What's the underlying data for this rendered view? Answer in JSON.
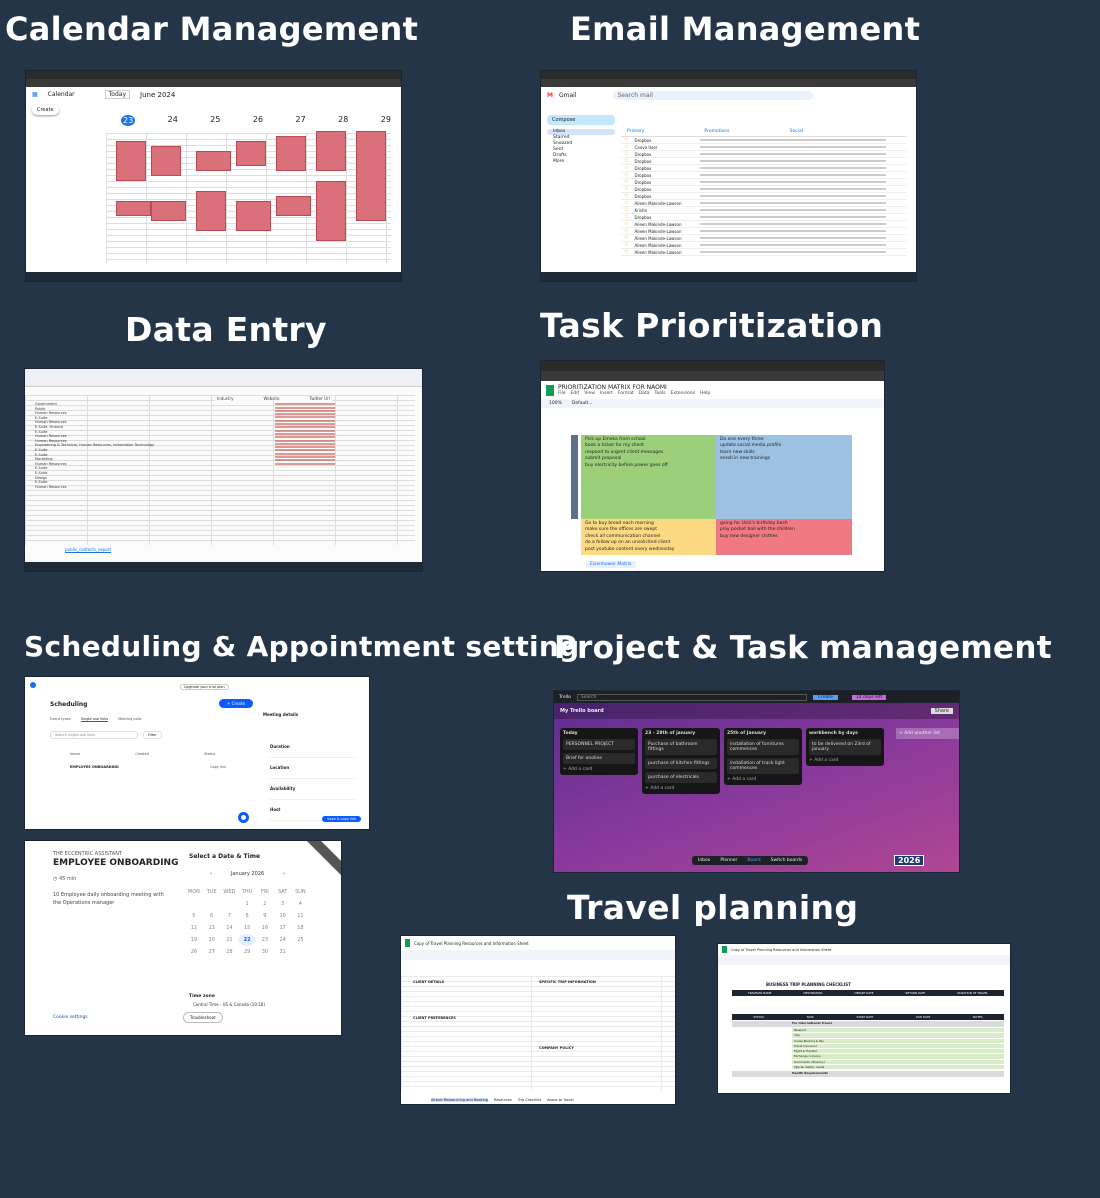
{
  "headings": {
    "calendar": "Calendar Management",
    "email": "Email Management",
    "data_entry": "Data Entry",
    "task_prioritization": "Task Prioritization",
    "scheduling": "Scheduling & Appointment setting",
    "project": "Project & Task management",
    "travel": "Travel planning"
  },
  "calendar_shot": {
    "app": "Calendar",
    "today": "Today",
    "month": "June 2024",
    "create": "Create",
    "days": [
      "23",
      "24",
      "25",
      "26",
      "27",
      "28",
      "29"
    ],
    "colors": {
      "event": "#d9707a"
    }
  },
  "email_shot": {
    "app": "Gmail",
    "search": "Search mail",
    "compose": "Compose",
    "folders": [
      "Inbox",
      "Starred",
      "Snoozed",
      "Sent",
      "Drafts",
      "More"
    ],
    "tabs": [
      "Primary",
      "Promotions",
      "Social"
    ],
    "senders": [
      "Dropbox",
      "Canva User",
      "Dropbox",
      "Dropbox",
      "Dropbox",
      "Dropbox",
      "Dropbox",
      "Dropbox",
      "Dropbox",
      "Aileen Makinde-Lawson",
      "Kristin",
      "Dropbox",
      "Aileen Makinde-Lawson",
      "Aileen Makinde-Lawson",
      "Aileen Makinde-Lawson",
      "Aileen Makinde-Lawson",
      "Aileen Makinde-Lawson"
    ]
  },
  "data_entry_shot": {
    "sheet_tab": "public_contacts_export",
    "columns": [
      "Industry",
      "Website",
      "Twitter Url"
    ],
    "rows": [
      "Government",
      "Public",
      "Human Resources",
      "E-Suite",
      "Human Resources",
      "E-Suite, Finance",
      "E-Suite",
      "Human Resources",
      "Human Resources",
      "Engineering & Technical, Human Resources, Information Technology",
      "E-Suite",
      "E-Suite",
      "Marketing",
      "Human Resources",
      "E-Suite",
      "E-Suite",
      "Design",
      "E-Suite",
      "Human Resources"
    ]
  },
  "task_shot": {
    "title": "PRIORITIZATION MATRIX FOR NAOMI",
    "menu": [
      "File",
      "Edit",
      "View",
      "Insert",
      "Format",
      "Data",
      "Tools",
      "Extensions",
      "Help"
    ],
    "zoom": "100%",
    "font": "Default...",
    "tab": "Eisenhower Matrix",
    "do_first": [
      "Pick up Emeka from school",
      "book a ticket for my client",
      "respond to urgent client messages",
      "submit proposal",
      "buy electricity before power goes off"
    ],
    "schedule": [
      "Do one every three",
      "update social media profile",
      "learn new skills",
      "enroll in new trainings"
    ],
    "delegate": [
      "Go to buy bread each morning",
      "make sure the offices are swept",
      "check all communication channel",
      "do a follow up on an unsolicited client",
      "post youtube content every wednesday"
    ],
    "eliminate": [
      "going for Uchi's birthday bash",
      "play pocket ball with the children",
      "buy new designer clothes"
    ],
    "colors": {
      "green": "#9ccf7a",
      "blue": "#9dc1e2",
      "yellow": "#fcd982",
      "red": "#ef7a84"
    }
  },
  "scheduling_shot": {
    "title": "Scheduling",
    "create": "+ Create",
    "upgrade": "Upgrade your trial plan",
    "tabs": [
      "Event types",
      "Single-use links",
      "Meeting polls"
    ],
    "search": "Search single-use links",
    "filter": "Filter",
    "columns": [
      "Name",
      "Created",
      "Status"
    ],
    "event": "EMPLOYEE ONBOARDING",
    "copy_link": "Copy link",
    "panel_title": "Meeting details",
    "fields": [
      "Duration",
      "Location",
      "Availability",
      "Host"
    ],
    "save": "Save & copy link"
  },
  "onboarding_shot": {
    "org": "THE ECCENTRIC ASSISTANT",
    "title": "EMPLOYEE ONBOARDING",
    "duration": "45 min",
    "description": "10 Employee daily onboarding meeting with the Operations manager",
    "cookie": "Cookie settings",
    "picker_title": "Select a Date & Time",
    "month": "January 2026",
    "weekdays": [
      "MON",
      "TUE",
      "WED",
      "THU",
      "FRI",
      "SAT",
      "SUN"
    ],
    "selected_day": "22",
    "timezone_label": "Time zone",
    "timezone": "Central Time - US & Canada (10:18)",
    "troubleshoot": "Troubleshoot"
  },
  "trello_shot": {
    "app": "Trello",
    "search": "Search",
    "create": "Create",
    "trial": "14 days left",
    "board": "My Trello board",
    "share": "Share",
    "lists": [
      {
        "title": "Today",
        "cards": [
          "PERSONNEL PROJECT",
          "Brief for onoline"
        ]
      },
      {
        "title": "23 - 28th of january",
        "cards": [
          "Purchase of bathroom fittings",
          "purchase of kitchen fittings",
          "purchase of electricals"
        ]
      },
      {
        "title": "25th of January",
        "cards": [
          "installation of furnitures commences",
          "installation of track light commences"
        ]
      },
      {
        "title": "workbench by days",
        "cards": [
          "to be delivered on 23rd of january"
        ]
      }
    ],
    "add_card": "+ Add a card",
    "add_list": "+ Add another list",
    "nav": [
      "Inbox",
      "Planner",
      "Board",
      "Switch boards"
    ],
    "badge": "2026"
  },
  "travel_shot_1": {
    "title": "Copy of Travel Planning Resources and Information Sheet",
    "sections": [
      "CLIENT DETAILS",
      "CLIENT PREFERENCES",
      "SPECIFIC TRIP INFORMATION",
      "COMPANY POLICY"
    ],
    "tabs": [
      "Airbnb Researching and Booking",
      "Resources",
      "Trip Checklist",
      "About to Travel"
    ]
  },
  "travel_shot_2": {
    "title": "Copy of Travel Planning Resources and Information Sheet",
    "checklist_title": "BUSINESS TRIP PLANNING CHECKLIST",
    "columns": [
      "TRAVELER NAME",
      "DESTINATION",
      "DEPART DATE",
      "RETURN DATE",
      "DURATION OF TRAVEL"
    ],
    "task_columns": [
      "STATUS",
      "TASK",
      "START DATE",
      "DUE DATE",
      "NOTES"
    ],
    "sections": [
      "For International Travel",
      "Health Requirements"
    ],
    "tasks": [
      "Passport",
      "Visa",
      "Cruise Booking & Pay",
      "Travel Insurance",
      "Flight & Transfer",
      "Exchange currency",
      "Documents (itinerary)",
      "Special dietary needs"
    ]
  }
}
